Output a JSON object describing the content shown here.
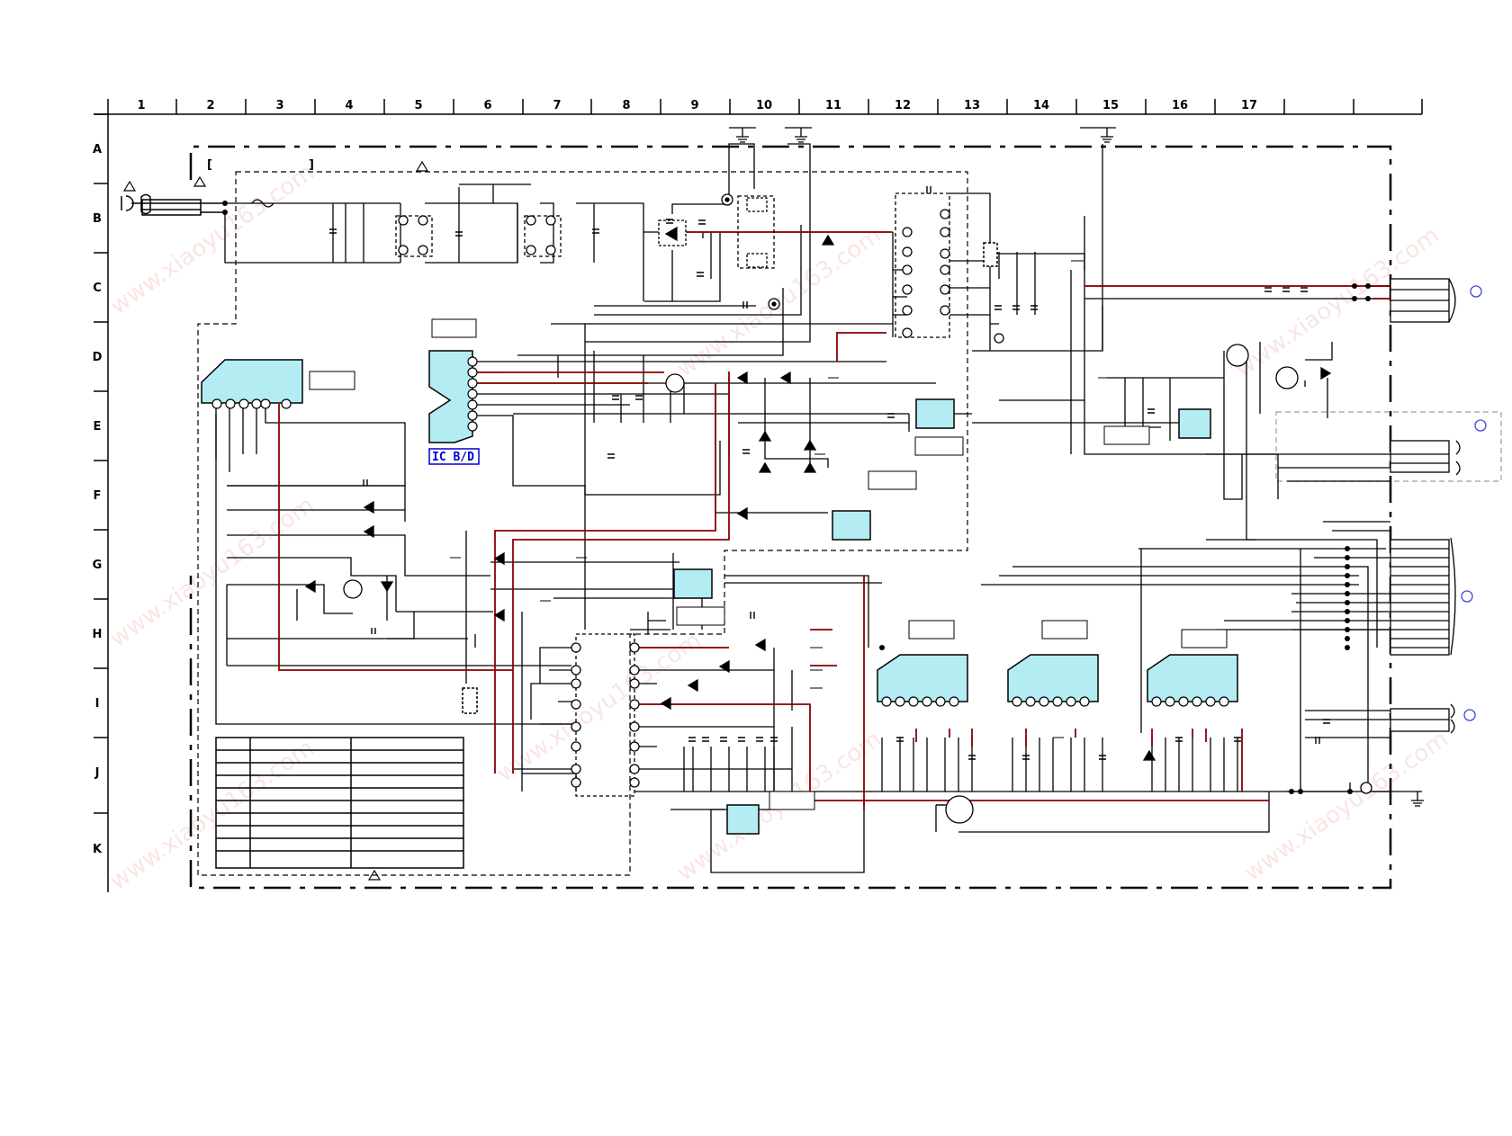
{
  "grid": {
    "columns": [
      "1",
      "2",
      "3",
      "4",
      "5",
      "6",
      "7",
      "8",
      "9",
      "10",
      "11",
      "12",
      "13",
      "14",
      "15",
      "16",
      "17"
    ],
    "rows": [
      "A",
      "B",
      "C",
      "D",
      "E",
      "F",
      "G",
      "H",
      "I",
      "J",
      "K"
    ]
  },
  "labels": {
    "ic_bd": "IC B/D",
    "bracket_open": "[",
    "bracket_close": "]"
  },
  "colors": {
    "wire": "#000000",
    "power_trace": "#8b0000",
    "ic_fill": "#b3ecf2",
    "board_border": "#000000",
    "label_blue": "#0000cc",
    "watermark": "#f5b9b9"
  }
}
